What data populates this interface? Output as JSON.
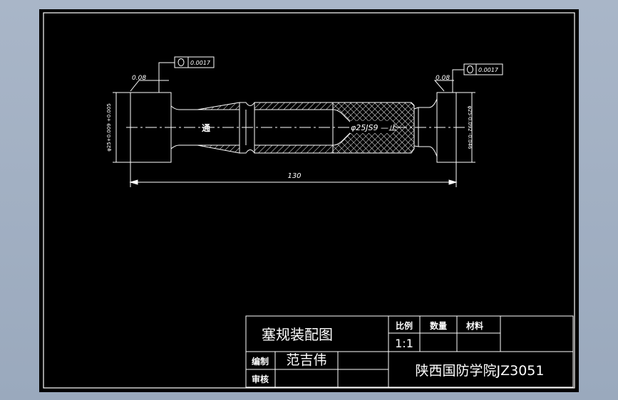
{
  "colors": {
    "background": "#000000",
    "line": "#ffffff",
    "viewport": "#a3b1c4"
  },
  "drawing": {
    "tolerance_left": "0.08",
    "tolerance_right": "0.08",
    "roundness_left": "0.0017",
    "roundness_right": "0.0017",
    "roundness_symbol": "O",
    "diameter_left": "φ25+0.009 +0.005",
    "diameter_right": "φ25-0.092 -0.046",
    "label_go": "通",
    "label_nogo": "φ25JS9 —止",
    "length_dim": "130"
  },
  "title_block": {
    "title": "塞规装配图",
    "scale_header": "比例",
    "qty_header": "数量",
    "material_header": "材料",
    "scale_value": "1:1",
    "drawn_by_label": "编制",
    "drawn_by_name": "范吉伟",
    "checked_label": "审核",
    "institution": "陕西国防学院JZ3051"
  }
}
